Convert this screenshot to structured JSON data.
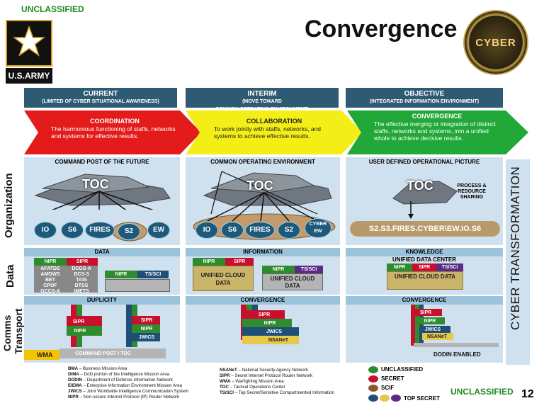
{
  "classification_top": "UNCLASSIFIED",
  "classification_bottom": "UNCLASSIFIED",
  "title": "Convergence",
  "army_text": "U.S.ARMY",
  "seal_text": "CYBER",
  "page_number": "12",
  "columns": [
    {
      "title": "CURRENT",
      "subtitle": "(LIMITED OF CYBER SITUATIONAL AWARENESS)",
      "chevron_title": "COORDINATION",
      "chevron_text": "The harmonious functioning of staffs, networks and systems for effective results.",
      "panel_caption": "COMMAND POST OF THE FUTURE"
    },
    {
      "title": "INTERIM",
      "subtitle": "(MOVE TOWARD",
      "subtitle2": "COMMON OPERATING ENVIRONMENT)",
      "chevron_title": "COLLABORATION",
      "chevron_text": "To work jointly with staffs, networks, and systems to achieve effective results.",
      "panel_caption": "COMMON OPERATING ENVIRONMENT"
    },
    {
      "title": "OBJECTIVE",
      "subtitle": "(INTEGRATED INFORMATION ENVIRONMENT)",
      "chevron_title": "CONVERGENCE",
      "chevron_text": "The effective merging or integration of distinct staffs, networks and systems, into a unified whole to achieve decisive results.",
      "panel_caption": "USER DEFINED OPERATIONAL PICTURE"
    }
  ],
  "row_labels": {
    "organization": "Organization",
    "data": "Data",
    "comms": "Comms",
    "transport": "Transport"
  },
  "toc_label": "TOC",
  "current_circles": [
    "IO",
    "S6",
    "FIRES",
    "S2",
    "EW"
  ],
  "interim_circles": [
    "IO",
    "S6",
    "FIRES",
    "S2",
    "CYBER EW"
  ],
  "objective_process": "PROCESS & RESOURCE SHARING",
  "objective_bar": "S2.S3.FIRES.CYBER\\EW.IO.S6",
  "data_bands": [
    "DATA",
    "INFORMATION",
    "KNOWLEDGE"
  ],
  "objective_data_sub": "UNIFIED DATA CENTER",
  "comms_bands": [
    "DUPLICITY",
    "CONVERGENCE",
    "CONVERGENCE"
  ],
  "net": {
    "nipr": "NIPR",
    "sipr": "SIPR",
    "tssci": "TS/SCI",
    "jwics": "JWICS",
    "nsanet": "NSANeT",
    "wma": "WMA"
  },
  "systems_left": [
    "AFATDS",
    "AMDWS",
    "BET",
    "CPOF",
    "GCCS-A"
  ],
  "systems_right": [
    "DCGS-A",
    "BCS-3",
    "TAIS",
    "DTSS",
    "IMETS"
  ],
  "unified_cloud": "UNIFIED CLOUD DATA",
  "unified_cloud_data": "UNIFIED CLOUD DATA",
  "command_post_ioc": "COMMAND POST I TOC",
  "dodin_enabled": "DODIN ENABLED",
  "cyber_transformation": "CYBER TRANSFORMATION",
  "legend_left": [
    {
      "abbr": "BMA",
      "text": "– Business Mission Area"
    },
    {
      "abbr": "DIMA",
      "text": "– DoD portion of the Intelligence Mission Area"
    },
    {
      "abbr": "DODIN",
      "text": "– Department of Defense Information Network"
    },
    {
      "abbr": "EIEMA",
      "text": "– Enterprise Information Environment Mission Area"
    },
    {
      "abbr": "JWICS",
      "text": "– Joint Worldwide Intelligence Communication System"
    },
    {
      "abbr": "NIPR",
      "text": "– Non-secure Internet Protocol (IP) Router Network"
    }
  ],
  "legend_mid": [
    {
      "abbr": "NSANeT",
      "text": "– National Security Agency Network"
    },
    {
      "abbr": "SIPR",
      "text": "– Secret Internet Protocol Router Network"
    },
    {
      "abbr": "WMA",
      "text": "– Warfighting Mission Area"
    },
    {
      "abbr": "TOC",
      "text": "– Tactical Operations Center"
    },
    {
      "abbr": "TS/SCI",
      "text": "– Top Secret/Sensitive Compartmented Information"
    }
  ],
  "legend_colors": [
    {
      "label": "UNCLASSIFIED",
      "color": "#2e8b2e"
    },
    {
      "label": "SECRET",
      "color": "#c8102e"
    },
    {
      "label": "SCIF",
      "color": "#8b5a2b"
    },
    {
      "label": "TOP SECRET",
      "color": "#1f4e79"
    }
  ],
  "colors": {
    "header": "#2e5b73",
    "chevron_red": "#e41b1b",
    "chevron_yellow": "#f2ee16",
    "chevron_green": "#22a838",
    "accent_green": "#1e8c1e"
  }
}
